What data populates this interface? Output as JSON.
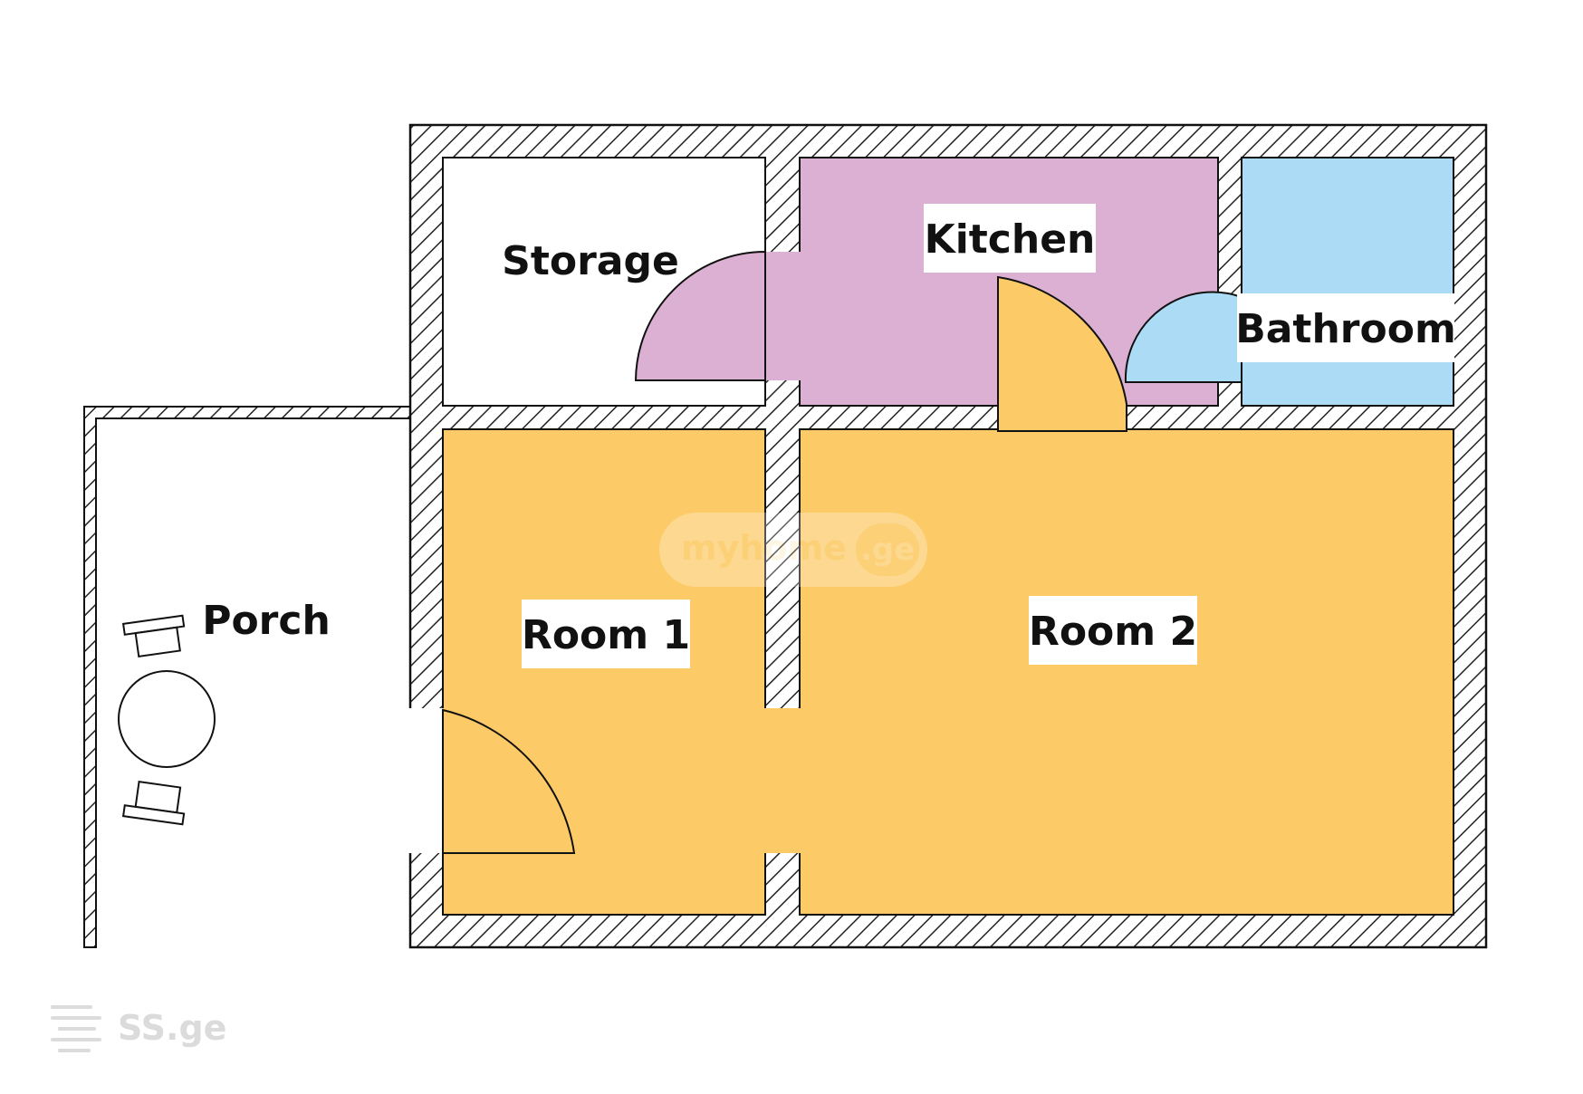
{
  "rooms": {
    "storage": {
      "label": "Storage",
      "color": "#ffffff"
    },
    "kitchen": {
      "label": "Kitchen",
      "color": "#dcb0d3"
    },
    "bathroom": {
      "label": "Bathroom",
      "color": "#acdcf5"
    },
    "room1": {
      "label": "Room 1",
      "color": "#fcca66"
    },
    "room2": {
      "label": "Room 2",
      "color": "#fcca66"
    },
    "porch": {
      "label": "Porch",
      "color": "#ffffff"
    }
  },
  "watermarks": {
    "center": {
      "text_main": "myhome",
      "text_suffix": ".ge"
    },
    "corner": {
      "text": "SS.ge"
    }
  },
  "colors": {
    "wall_line": "#111111",
    "hatch": "#222222"
  }
}
